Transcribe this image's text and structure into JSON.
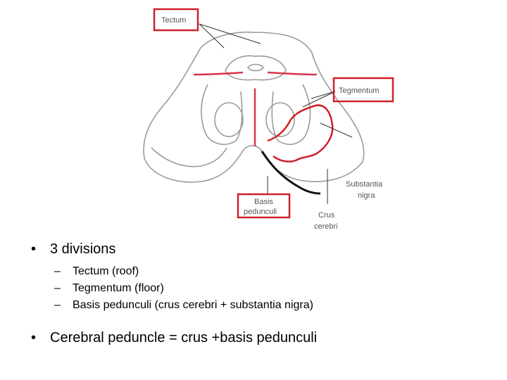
{
  "figure": {
    "labels": {
      "tectum": "Tectum",
      "tegmentum": "Tegmentum",
      "substantia_nigra_1": "Substantia",
      "substantia_nigra_2": "nigra",
      "basis_1": "Basis",
      "basis_2": "pedunculi",
      "crus_1": "Crus",
      "crus_2": "cerebri"
    },
    "highlight_color": "#d11f2a",
    "outline_color": "#9a9a9a"
  },
  "bullets": [
    {
      "text": "3 divisions",
      "sub": [
        "Tectum (roof)",
        "Tegmentum (floor)",
        "Basis pedunculi (crus cerebri + substantia nigra)"
      ]
    },
    {
      "text": "Cerebral peduncle = crus +basis pedunculi"
    }
  ]
}
